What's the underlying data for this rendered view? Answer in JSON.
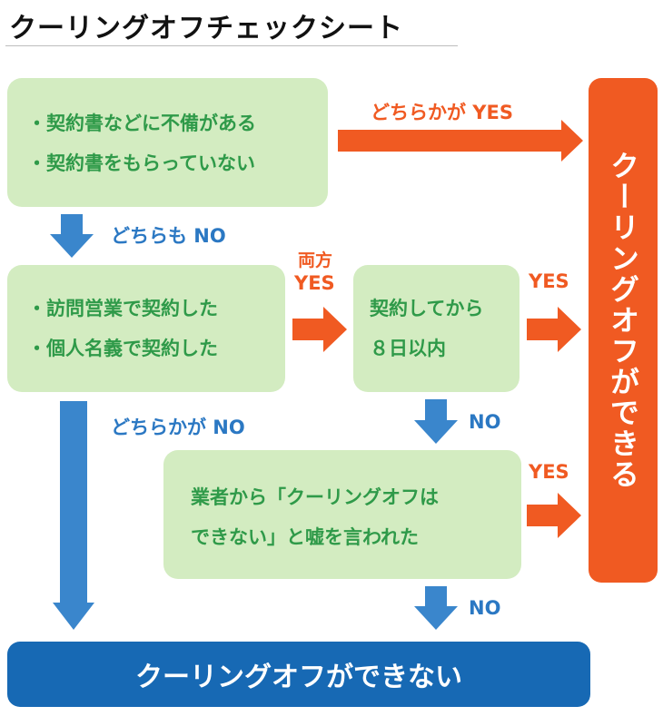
{
  "title": "クーリングオフチェックシート",
  "box1": {
    "lines": [
      "・契約書などに不備がある",
      "・契約書をもらっていない"
    ]
  },
  "box2": {
    "lines": [
      "・訪問営業で契約した",
      "・個人名義で契約した"
    ]
  },
  "box3": {
    "lines": [
      "契約してから",
      "８日以内"
    ]
  },
  "box4": {
    "lines": [
      "業者から「クーリングオフは",
      "できない」と嘘を言われた"
    ]
  },
  "labels": {
    "either_yes": "どちらかが YES",
    "both_no": "どちらも NO",
    "both_yes_line1": "両方",
    "both_yes_line2": "YES",
    "yes_1": "YES",
    "yes_2": "YES",
    "either_no": "どちらかが NO",
    "no_1": "NO",
    "no_2": "NO"
  },
  "result_can": "クーリングオフができる",
  "result_cannot": "クーリングオフができない",
  "colors": {
    "orange": "#f05a22",
    "blue": "#1769b4",
    "arrow_blue": "#3a86cc",
    "box_green": "#d3ecc1",
    "text_green": "#2f9a49"
  }
}
